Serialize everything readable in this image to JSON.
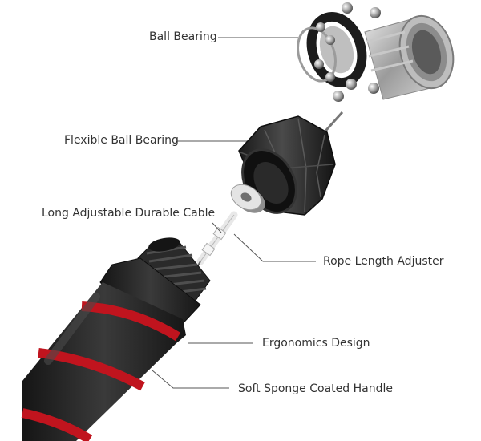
{
  "labels": {
    "ball_bearing": "Ball Bearing",
    "flexible_ball_bearing": "Flexible Ball Bearing",
    "cable": "Long Adjustable Durable Cable",
    "rope_length_adjuster": "Rope Length Adjuster",
    "ergonomics": "Ergonomics Design",
    "soft_sponge": "Soft Sponge Coated Handle"
  },
  "colors": {
    "handle": "#1e1e1e",
    "accent_ring": "#c0141e",
    "metal": "#a9a9a9",
    "leader_line": "#555555"
  }
}
